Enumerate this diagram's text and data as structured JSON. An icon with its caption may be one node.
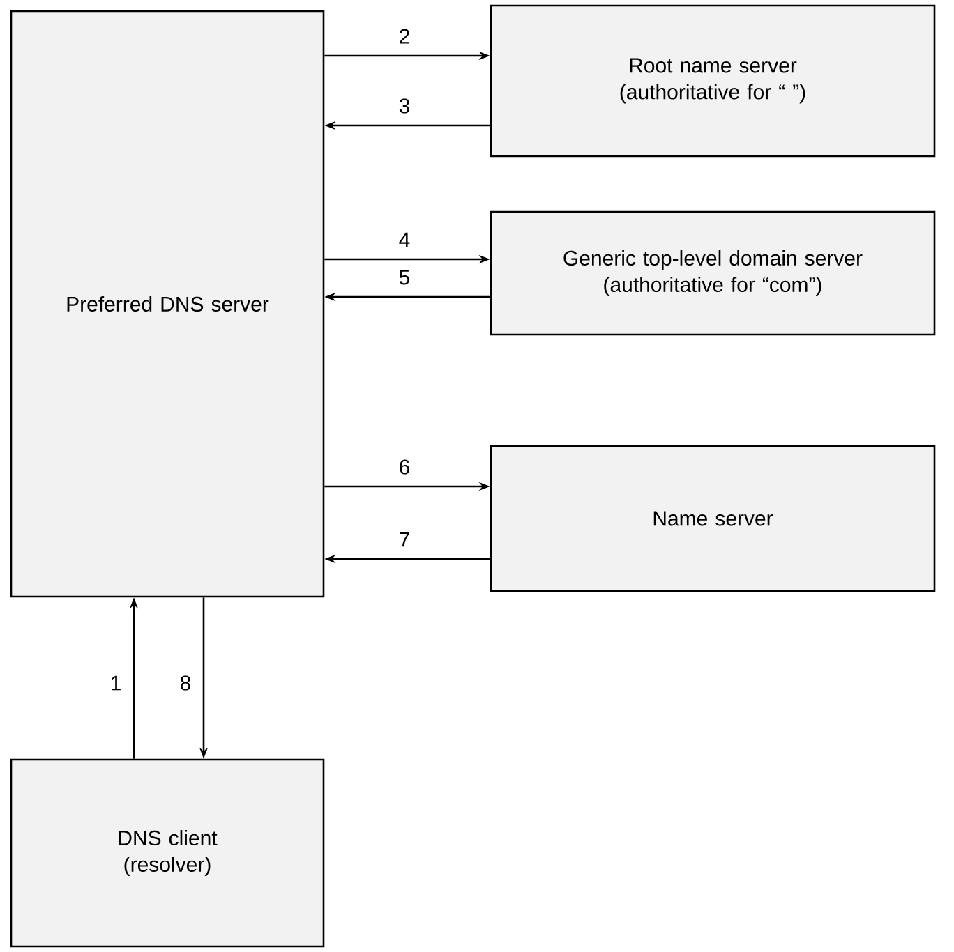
{
  "diagram": {
    "nodes": [
      {
        "text": [
          "Preferred DNS server"
        ]
      },
      {
        "text": [
          "Root name server",
          "(authoritative for “ ”)"
        ]
      },
      {
        "text": [
          "Generic top-level domain server",
          "(authoritative for “com”)"
        ]
      },
      {
        "text": [
          "Name server"
        ]
      },
      {
        "text": [
          "DNS client",
          "(resolver)"
        ]
      }
    ],
    "edges": [
      {
        "from": 4,
        "to": 0,
        "arrow": "to",
        "label": "1"
      },
      {
        "from": 0,
        "to": 1,
        "arrow": "to",
        "label": "2"
      },
      {
        "from": 1,
        "to": 0,
        "arrow": "to",
        "label": "3"
      },
      {
        "from": 0,
        "to": 2,
        "arrow": "to",
        "label": "4"
      },
      {
        "from": 2,
        "to": 0,
        "arrow": "to",
        "label": "5"
      },
      {
        "from": 0,
        "to": 3,
        "arrow": "to",
        "label": "6"
      },
      {
        "from": 3,
        "to": 0,
        "arrow": "to",
        "label": "7"
      },
      {
        "from": 0,
        "to": 4,
        "arrow": "to",
        "label": "8"
      }
    ]
  }
}
